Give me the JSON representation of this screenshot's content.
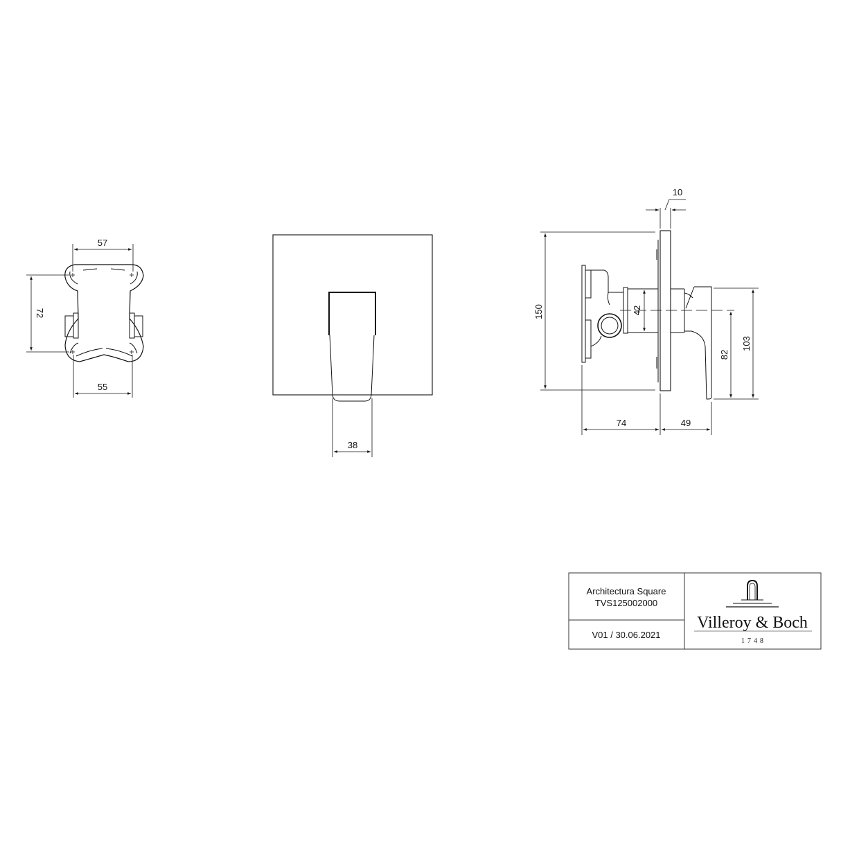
{
  "drawing": {
    "line_color": "#111111",
    "background": "#ffffff",
    "views": [
      {
        "name": "mounting-plate-view",
        "dimensions": {
          "top_width": "57",
          "bottom_width": "55",
          "height": "72"
        }
      },
      {
        "name": "front-view",
        "dimensions": {
          "lever_width": "38"
        }
      },
      {
        "name": "side-view",
        "dimensions": {
          "plate_thickness": "10",
          "total_height": "150",
          "body_height": "42",
          "lever_below_axis": "82",
          "lever_total": "103",
          "depth_in_wall": "74",
          "projection": "49"
        }
      }
    ]
  },
  "title_block": {
    "product_name": "Architectura Square",
    "article_number": "TVS125002000",
    "version_date": "V01 / 30.06.2021",
    "brand": "Villeroy & Boch",
    "brand_year": "1748"
  }
}
